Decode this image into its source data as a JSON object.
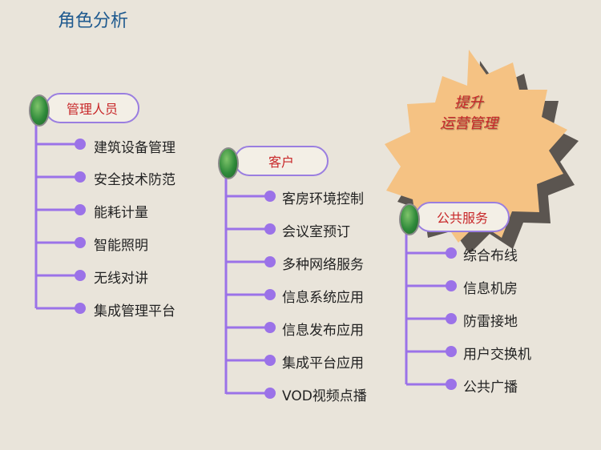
{
  "title": "角色分析",
  "burst": {
    "line1": "提升",
    "line2": "运营管理"
  },
  "groups": [
    {
      "label": "管理人员",
      "items": [
        "建筑设备管理",
        "安全技术防范",
        "能耗计量",
        "智能照明",
        "无线对讲",
        "集成管理平台"
      ]
    },
    {
      "label": "客户",
      "items": [
        "客房环境控制",
        "会议室预订",
        "多种网络服务",
        "信息系统应用",
        "信息发布应用",
        "集成平台应用",
        "VOD视频点播"
      ]
    },
    {
      "label": "公共服务",
      "items": [
        "综合布线",
        "信息机房",
        "防雷接地",
        "用户交换机",
        "公共广播"
      ]
    }
  ],
  "colors": {
    "accent": "#9b72e8",
    "label_red": "#c8282a",
    "title_blue": "#1f5a8f",
    "burst": "#f5c283"
  }
}
